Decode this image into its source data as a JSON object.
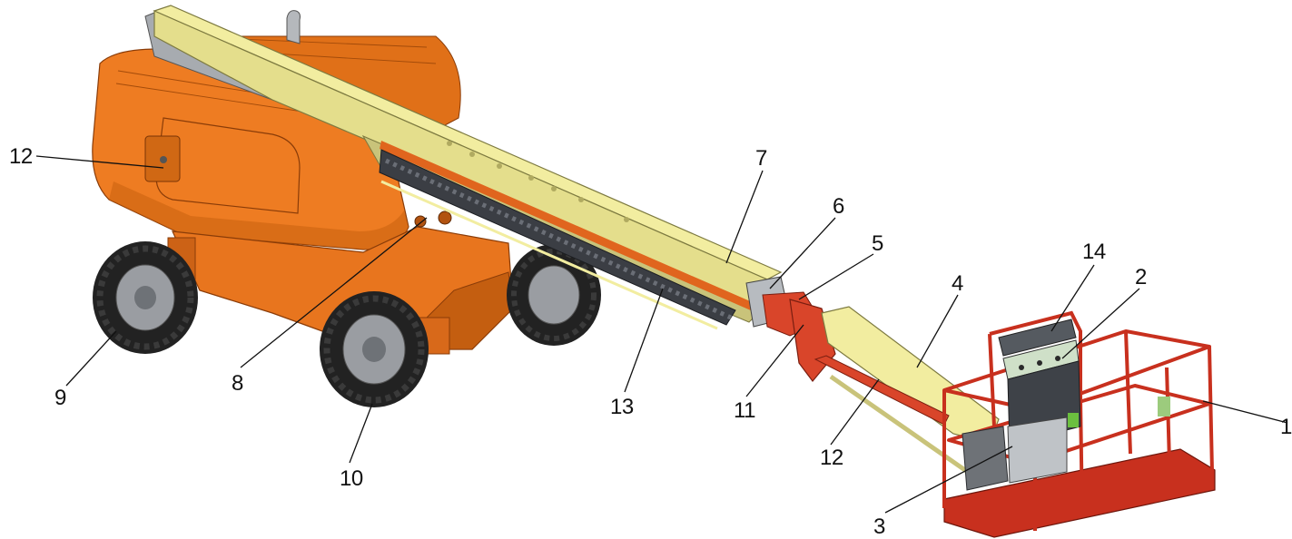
{
  "figure": {
    "subject": "self-propelled telescopic boom lift",
    "colors": {
      "chassis_orange": "#E8751E",
      "chassis_orange_dark": "#B8520E",
      "boom_yellow": "#F2EDA0",
      "boom_yellow_dark": "#C9C37A",
      "basket_red": "#C8301E",
      "cylinder_red": "#D9452A",
      "tire_black": "#222222",
      "hub_grey": "#9A9DA2",
      "panel_grey": "#A7ABB0",
      "floor_grey": "#D8DCDD"
    }
  },
  "callouts": [
    {
      "id": "c12a",
      "label": "12",
      "part": "ground-control-station"
    },
    {
      "id": "c7",
      "label": "7",
      "part": "main-boom"
    },
    {
      "id": "c6",
      "label": "6",
      "part": "boom-nose"
    },
    {
      "id": "c5",
      "label": "5",
      "part": "jib-pivot"
    },
    {
      "id": "c14",
      "label": "14",
      "part": "platform-control-box-cover"
    },
    {
      "id": "c4",
      "label": "4",
      "part": "jib-boom"
    },
    {
      "id": "c2",
      "label": "2",
      "part": "platform-control-panel"
    },
    {
      "id": "c1",
      "label": "1",
      "part": "platform-basket"
    },
    {
      "id": "c9",
      "label": "9",
      "part": "rear-wheel"
    },
    {
      "id": "c8",
      "label": "8",
      "part": "turntable-pivot"
    },
    {
      "id": "c13",
      "label": "13",
      "part": "hose-carrier"
    },
    {
      "id": "c11",
      "label": "11",
      "part": "platform-level-cylinder"
    },
    {
      "id": "c12b",
      "label": "12",
      "part": "jib-lift-cylinder"
    },
    {
      "id": "c10",
      "label": "10",
      "part": "front-wheel"
    },
    {
      "id": "c3",
      "label": "3",
      "part": "platform-rotator"
    }
  ]
}
